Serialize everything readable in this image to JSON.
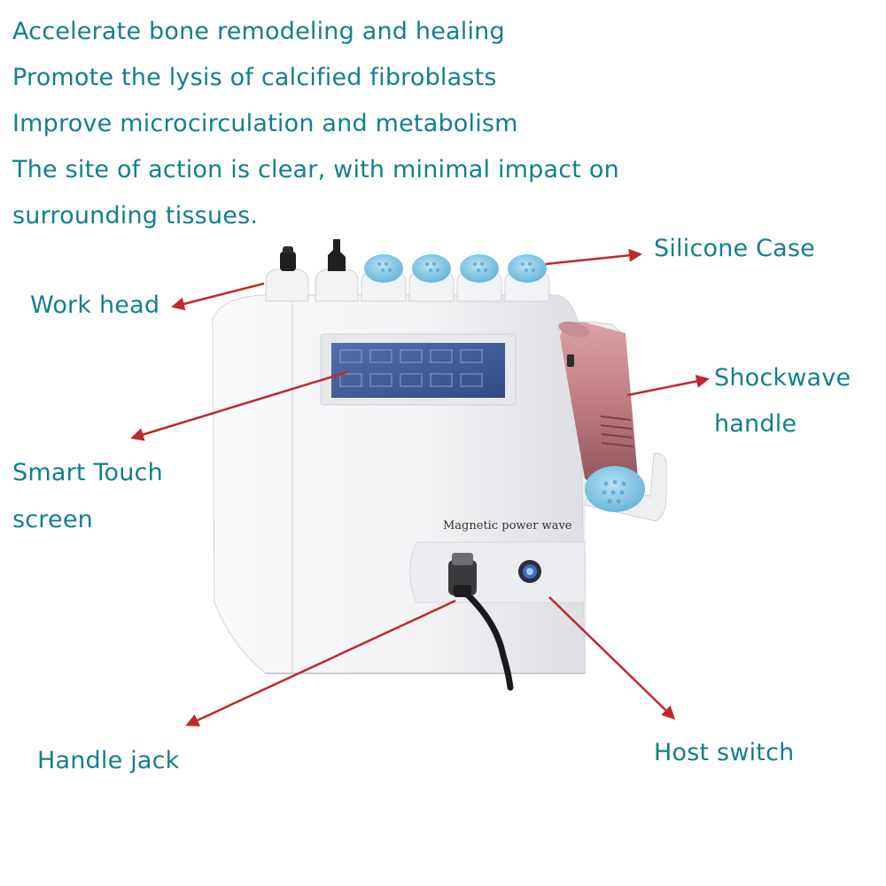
{
  "features": [
    "Accelerate bone remodeling and healing",
    "Promote the lysis of calcified fibroblasts",
    "Improve microcirculation and metabolism",
    "The site of action is clear, with minimal impact on",
    "surrounding tissues."
  ],
  "labels": {
    "work_head": "Work head",
    "silicone_case": "Silicone Case",
    "shockwave_handle_1": "Shockwave",
    "shockwave_handle_2": "handle",
    "touch_screen_1": "Smart Touch",
    "touch_screen_2": "screen",
    "handle_jack": "Handle jack",
    "host_switch": "Host switch"
  },
  "device": {
    "brand_text": "Magnetic power wave"
  },
  "colors": {
    "text": "#127f8f",
    "arrow": "#c0282c",
    "device_body": "#f2f2f4",
    "screen": "#3d5e9c",
    "handle": "#c37f86",
    "silicone": "#8fcbe8"
  }
}
